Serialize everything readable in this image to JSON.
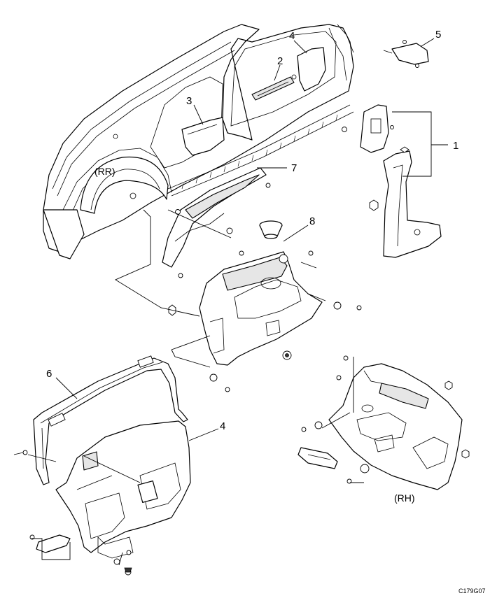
{
  "callouts": {
    "c1": "1",
    "c2": "2",
    "c3": "3",
    "c4_upper": "4",
    "c4_lower": "4",
    "c5": "5",
    "c6": "6",
    "c7": "7",
    "c8": "8"
  },
  "regions": {
    "rr": "(RR)",
    "rh": "(RH)"
  },
  "figure_code": "C179G07"
}
